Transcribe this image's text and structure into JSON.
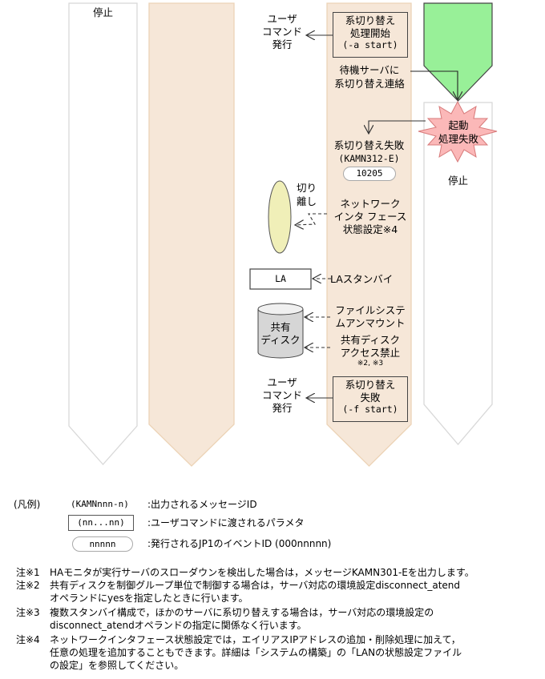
{
  "lanes": {
    "lane1": {
      "status_top": "停止"
    },
    "lane4": {
      "status_after_failure": "停止"
    }
  },
  "flow": {
    "user_command_1": [
      "ユーザ",
      "コマンド",
      "発行"
    ],
    "switch_start_box": [
      "系切り替え",
      "処理開始",
      "(-a start)"
    ],
    "notify_standby": [
      "待機サーバに",
      "系切り替え連絡"
    ],
    "startup_failure_burst": [
      "起動",
      "処理失敗"
    ],
    "switch_failed": [
      "系切り替え失敗",
      "(KAMN312-E)"
    ],
    "event_id_1": "10205",
    "disconnect_label": [
      "切り",
      "離し"
    ],
    "network_if_state": [
      "ネットワーク",
      "インタ フェース",
      "状態設定※4"
    ],
    "la_box": "LA",
    "la_standby": "LAスタンバイ",
    "shared_disk": [
      "共有",
      "ディスク"
    ],
    "fs_unmount": [
      "ファイルシステ",
      "ムアンマウント"
    ],
    "disk_access_deny": [
      "共有ディスク",
      "アクセス禁止"
    ],
    "disk_access_deny_note": "※2, ※3",
    "user_command_2": [
      "ユーザ",
      "コマンド",
      "発行"
    ],
    "switch_fail_box": [
      "系切り替え",
      "失敗",
      "(-f start)"
    ]
  },
  "colors": {
    "lane_orange": "#f6e7d8",
    "lane_orange_border": "#ecd3b6",
    "lane_white_border": "#d8d8d8",
    "green_arrow": "#98f098",
    "burst_fill": "#fbb8b8",
    "burst_stroke": "#d77a7a",
    "ellipse_fill": "#f0efb8",
    "disk_fill": "#d4d4d4"
  },
  "legend": {
    "title": "(凡例)",
    "items": [
      {
        "sample": "(KAMNnnn-n)",
        "description": ":出力されるメッセージID"
      },
      {
        "sample": "(nn...nn)",
        "description": ":ユーザコマンドに渡されるパラメタ"
      },
      {
        "sample": "nnnnn",
        "description": ":発行されるJP1のイベントID (000nnnnn)"
      }
    ]
  },
  "notes": [
    {
      "label": "注※1",
      "lines": [
        "HAモニタが実行サーバのスローダウンを検出した場合は，メッセージKAMN301-Eを出力します。"
      ]
    },
    {
      "label": "注※2",
      "lines": [
        "共有ディスクを制御グループ単位で制御する場合は，サーバ対応の環境設定disconnect_atend",
        "オペランドにyesを指定したときに行います。"
      ]
    },
    {
      "label": "注※3",
      "lines": [
        "複数スタンバイ構成で，ほかのサーバに系切り替えする場合は，サーバ対応の環境設定の",
        "disconnect_atendオペランドの指定に関係なく行います。"
      ]
    },
    {
      "label": "注※4",
      "lines": [
        "ネットワークインタフェース状態設定では，エイリアスIPアドレスの追加・削除処理に加えて，",
        "任意の処理を追加することもできます。詳細は「システムの構築」の「LANの状態設定ファイル",
        "の設定」を参照してください。"
      ]
    }
  ]
}
